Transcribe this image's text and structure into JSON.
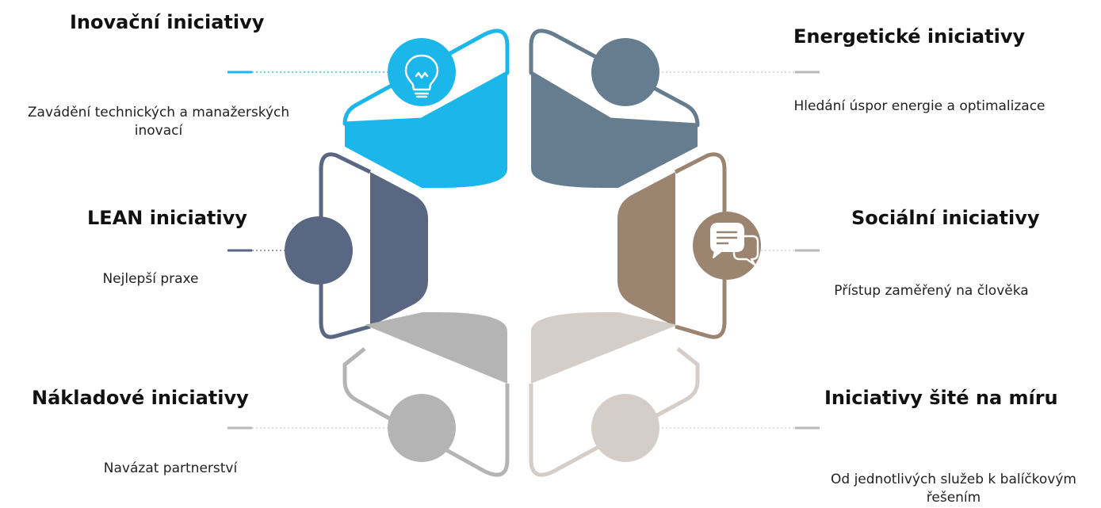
{
  "initiatives": [
    {
      "id": "innovation",
      "title": "Inovační iniciativy",
      "description": "Zavádění technických a manažerských inovací",
      "color": "#1bb7ea",
      "icon": "lightbulb-icon"
    },
    {
      "id": "energy",
      "title": "Energetické iniciativy",
      "description": "Hledání úspor energie a optimalizace",
      "color": "#657d8f",
      "icon": ""
    },
    {
      "id": "lean",
      "title": "LEAN iniciativy",
      "description": "Nejlepší praxe",
      "color": "#5a6782",
      "icon": ""
    },
    {
      "id": "social",
      "title": "Sociální iniciativy",
      "description": "Přístup zaměřený na člověka",
      "color": "#9b8470",
      "icon": "speech-bubbles-icon"
    },
    {
      "id": "cost",
      "title": "Nákladové iniciativy",
      "description": "Navázat partnerství",
      "color": "#b4b4b4",
      "icon": ""
    },
    {
      "id": "custom",
      "title": "Iniciativy šité na míru",
      "description": "Od jednotlivých služeb k balíčkovým řešením",
      "color": "#d5cec8",
      "icon": ""
    }
  ]
}
